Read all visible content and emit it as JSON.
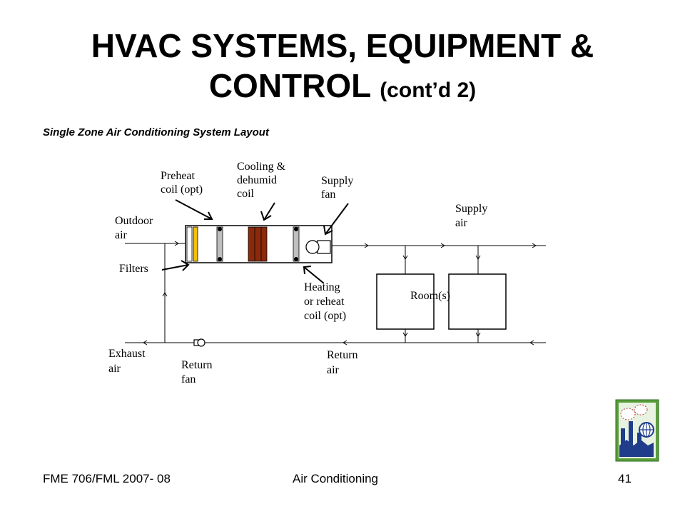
{
  "slide": {
    "title_line1": "HVAC SYSTEMS, EQUIPMENT &",
    "title_line2": "CONTROL",
    "title_suffix": "(cont’d 2)",
    "subtitle": "Single Zone Air Conditioning System Layout"
  },
  "diagram": {
    "labels": {
      "preheat": [
        "Preheat",
        "coil (opt)"
      ],
      "cooling": [
        "Cooling &",
        "dehumid",
        "coil"
      ],
      "supply_fan": [
        "Supply",
        "fan"
      ],
      "outdoor_air": [
        "Outdoor",
        "air"
      ],
      "supply_air": [
        "Supply",
        "air"
      ],
      "filters": "Filters",
      "heating": [
        "Heating",
        "or reheat",
        "coil (opt)"
      ],
      "rooms": "Room(s)",
      "exhaust_air": [
        "Exhaust",
        "air"
      ],
      "return_fan": [
        "Return",
        "fan"
      ],
      "return_air": [
        "Return",
        "air"
      ]
    },
    "colors": {
      "preheat_coil": "#f5c000",
      "cooling_coil": "#8b2a0a",
      "filter": "#bfbfbf",
      "logo_green": "#5a9e3c"
    }
  },
  "footer": {
    "left": "FME 706/FML 2007- 08",
    "center": "Air Conditioning",
    "page": "41"
  }
}
